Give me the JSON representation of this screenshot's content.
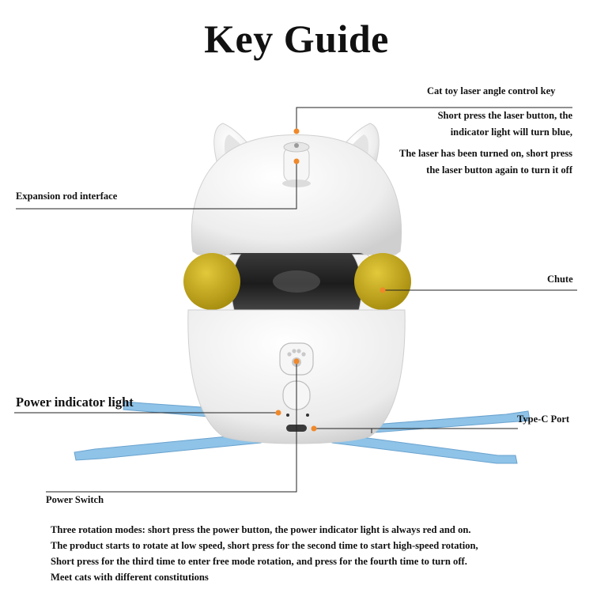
{
  "title": "Key Guide",
  "labels": {
    "laser_key": "Cat toy laser angle control key",
    "laser_desc_1": "Short press the laser button, the",
    "laser_desc_2": "indicator light will turn blue,",
    "laser_desc_3": "The laser has been turned on, short press",
    "laser_desc_4": "the laser button again to turn it off",
    "expansion_rod": "Expansion rod interface",
    "chute": "Chute",
    "power_indicator": "Power indicator light",
    "type_c": "Type-C Port",
    "power_switch": "Power Switch"
  },
  "description": [
    "Three rotation modes: short press the power button, the power indicator light is always red and on.",
    "The product starts to rotate at low speed, short press for the second time to start high-speed rotation,",
    "Short press for the third time to enter free mode rotation, and press for the fourth time to turn off.",
    "Meet cats with different constitutions"
  ],
  "colors": {
    "marker": "#f0882a",
    "ball": "#cbb11e",
    "base_legs": "#8fc3e8",
    "body": "#f2f2f2"
  }
}
